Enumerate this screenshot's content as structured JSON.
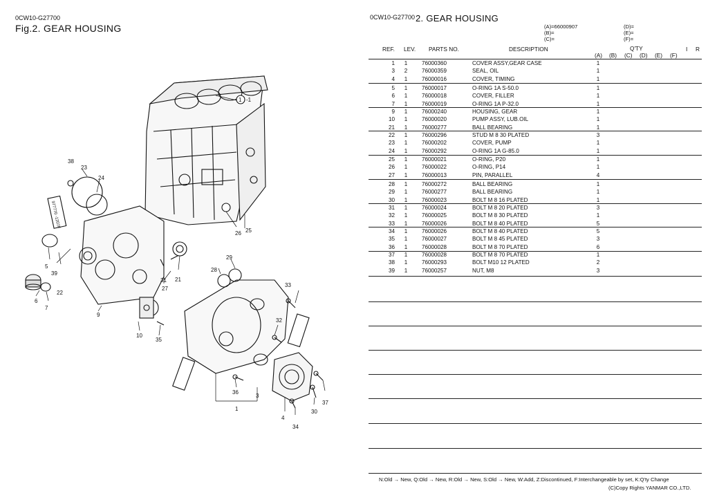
{
  "left": {
    "doc_code": "0CW10-G27700",
    "title": "Fig.2.  GEAR HOUSING",
    "callouts": [
      "1",
      "-1",
      "38",
      "23",
      "24",
      "5",
      "39",
      "22",
      "6",
      "7",
      "9",
      "10",
      "35",
      "27",
      "31",
      "21",
      "26",
      "25",
      "28",
      "29",
      "33",
      "32",
      "36",
      "3",
      "1",
      "4",
      "34",
      "30",
      "37"
    ],
    "tube_label": "977770 -1207F"
  },
  "right": {
    "doc_code": "0CW10-G27700",
    "title": "2.  GEAR HOUSING",
    "codes": {
      "a": "(A)=66000907",
      "b": "(B)=",
      "c": "(C)=",
      "d": "(D)=",
      "e": "(E)=",
      "f": "(F)="
    },
    "headers": {
      "ref": "REF.",
      "lev": "LEV.",
      "parts_no": "PARTS NO.",
      "description": "DESCRIPTION",
      "qty": "Q'TY",
      "i": "I",
      "r": "R",
      "qa": "(A)",
      "qb": "(B)",
      "qc": "(C)",
      "qd": "(D)",
      "qe": "(E)",
      "qf": "(F)"
    },
    "rows": [
      {
        "ref": "1",
        "lev": "1",
        "no": "76000360",
        "desc": "COVER ASSY,GEAR CASE",
        "qa": "1"
      },
      {
        "ref": "3",
        "lev": "2",
        "no": "76000359",
        "desc": "SEAL, OIL",
        "qa": "1"
      },
      {
        "ref": "4",
        "lev": "1",
        "no": "76000016",
        "desc": "COVER, TIMING",
        "qa": "1"
      },
      {
        "ref": "5",
        "lev": "1",
        "no": "76000017",
        "desc": "O-RING 1A S-50.0",
        "qa": "1"
      },
      {
        "ref": "6",
        "lev": "1",
        "no": "76000018",
        "desc": "COVER, FILLER",
        "qa": "1"
      },
      {
        "ref": "7",
        "lev": "1",
        "no": "76000019",
        "desc": "O-RING 1A P-32.0",
        "qa": "1"
      },
      {
        "ref": "9",
        "lev": "1",
        "no": "76000240",
        "desc": "HOUSING, GEAR",
        "qa": "1"
      },
      {
        "ref": "10",
        "lev": "1",
        "no": "76000020",
        "desc": "PUMP ASSY, LUB.OIL",
        "qa": "1"
      },
      {
        "ref": "21",
        "lev": "1",
        "no": "76000277",
        "desc": "BALL BEARING",
        "qa": "1"
      },
      {
        "ref": "22",
        "lev": "1",
        "no": "76000296",
        "desc": "STUD M 8 30 PLATED",
        "qa": "3"
      },
      {
        "ref": "23",
        "lev": "1",
        "no": "76000202",
        "desc": "COVER, PUMP",
        "qa": "1"
      },
      {
        "ref": "24",
        "lev": "1",
        "no": "76000292",
        "desc": "O-RING 1A G-85.0",
        "qa": "1"
      },
      {
        "ref": "25",
        "lev": "1",
        "no": "76000021",
        "desc": "O-RING, P20",
        "qa": "1"
      },
      {
        "ref": "26",
        "lev": "1",
        "no": "76000022",
        "desc": "O-RING, P14",
        "qa": "1"
      },
      {
        "ref": "27",
        "lev": "1",
        "no": "76000013",
        "desc": "PIN, PARALLEL",
        "qa": "4"
      },
      {
        "ref": "28",
        "lev": "1",
        "no": "76000272",
        "desc": "BALL BEARING",
        "qa": "1"
      },
      {
        "ref": "29",
        "lev": "1",
        "no": "76000277",
        "desc": "BALL BEARING",
        "qa": "1"
      },
      {
        "ref": "30",
        "lev": "1",
        "no": "76000023",
        "desc": "BOLT M 8 16 PLATED",
        "qa": "1"
      },
      {
        "ref": "31",
        "lev": "1",
        "no": "76000024",
        "desc": "BOLT M 8 20 PLATED",
        "qa": "3"
      },
      {
        "ref": "32",
        "lev": "1",
        "no": "76000025",
        "desc": "BOLT M 8 30 PLATED",
        "qa": "1"
      },
      {
        "ref": "33",
        "lev": "1",
        "no": "76000026",
        "desc": "BOLT M 8 40 PLATED",
        "qa": "5"
      },
      {
        "ref": "34",
        "lev": "1",
        "no": "76000026",
        "desc": "BOLT M 8 40 PLATED",
        "qa": "5"
      },
      {
        "ref": "35",
        "lev": "1",
        "no": "76000027",
        "desc": "BOLT M 8 45 PLATED",
        "qa": "3"
      },
      {
        "ref": "36",
        "lev": "1",
        "no": "76000028",
        "desc": "BOLT M 8 70 PLATED",
        "qa": "6"
      },
      {
        "ref": "37",
        "lev": "1",
        "no": "76000028",
        "desc": "BOLT M 8 70 PLATED",
        "qa": "1"
      },
      {
        "ref": "38",
        "lev": "1",
        "no": "76000293",
        "desc": "BOLT M10 12 PLATED",
        "qa": "2"
      },
      {
        "ref": "39",
        "lev": "1",
        "no": "76000257",
        "desc": "NUT, M8",
        "qa": "3"
      }
    ],
    "footer_legend": "N:Old → New, Q:Old → New, R:Old → New, S:Old → New, W:Add, Z:Discontinued, F:Interchangeable by set, K:Q'ty Change",
    "footer_copy": "(C)Copy Rights YANMAR CO.,LTD."
  }
}
